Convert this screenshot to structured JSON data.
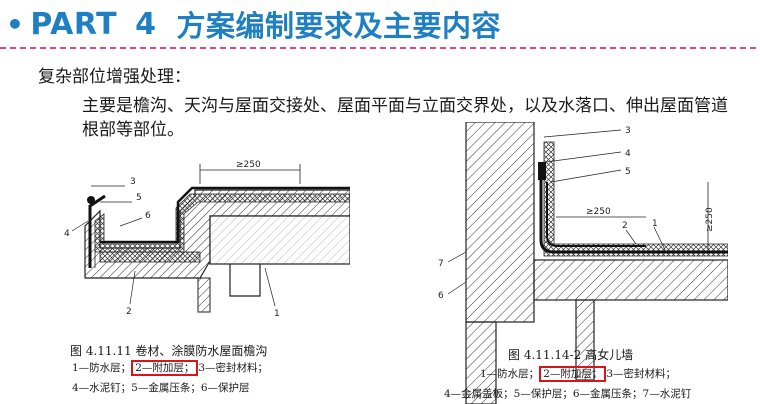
{
  "header": {
    "bullet": "•",
    "part_label": "PART",
    "part_number": "4",
    "title": "方案编制要求及主要内容"
  },
  "content": {
    "subhead": "复杂部位增强处理：",
    "paragraph": "主要是檐沟、天沟与屋面交接处、屋面平面与立面交界处，以及水落口、伸出屋面管道根部等部位。"
  },
  "figure1": {
    "dimension": "≥250",
    "labels": [
      "3",
      "5",
      "6",
      "4",
      "1",
      "2"
    ],
    "caption_title": "图 4.11.11   卷材、涂膜防水屋面檐沟",
    "legend_line1_a": "1—防水层；",
    "legend_line1_b": "2—附加层；",
    "legend_line1_c": "3—密封材料；",
    "legend_line2": "4—水泥钉；5—金属压条；6—保护层"
  },
  "figure2": {
    "dimension_h": "≥250",
    "dimension_v": "≥250",
    "labels": [
      "3",
      "4",
      "5",
      "2",
      "1",
      "7",
      "6"
    ],
    "caption_title": "图 4.11.14-2   高女儿墙",
    "legend_line1_a": "1—防水层；",
    "legend_line1_b": "2—附加层；",
    "legend_line1_c": "3—密封材料；",
    "legend_line2": "4—金属盖板；5—保护层；6—金属压条；7—水泥钉"
  }
}
